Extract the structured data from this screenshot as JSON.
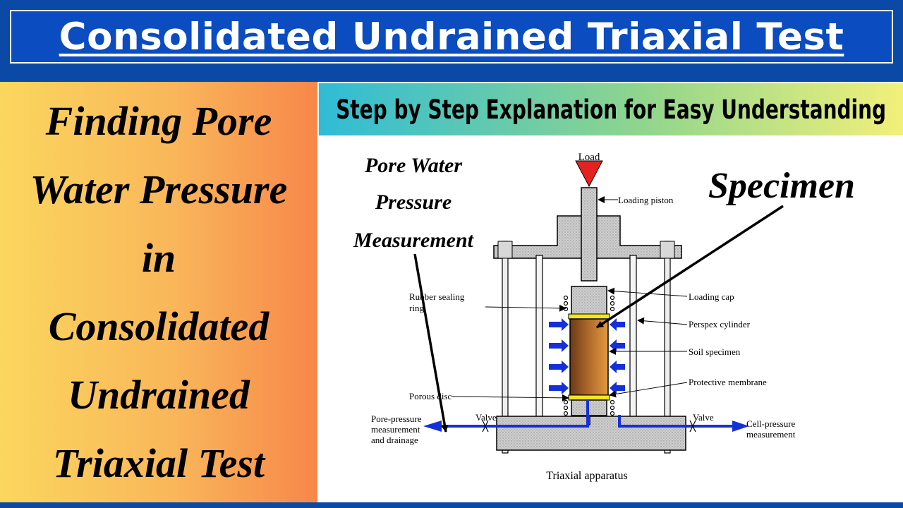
{
  "header": {
    "title": "Consolidated Undrained Triaxial Test"
  },
  "left_panel": {
    "lines": [
      "Finding Pore",
      "Water Pressure",
      "in",
      "Consolidated",
      "Undrained",
      "Triaxial Test"
    ]
  },
  "subtitle": "Step by Step Explanation for Easy Understanding",
  "diagram": {
    "callouts": {
      "pore_line1": "Pore Water",
      "pore_line2": "Pressure",
      "pore_line3": "Measurement",
      "specimen": "Specimen"
    },
    "labels": {
      "load": "Load",
      "loading_piston": "Loading piston",
      "rubber_line1": "Rubber sealing",
      "rubber_line2": "ring",
      "loading_cap": "Loading cap",
      "perspex_cylinder": "Perspex cylinder",
      "soil_specimen": "Soil specimen",
      "protective_membrane": "Protective membrane",
      "porous_disc": "Porous disc",
      "pp_line1": "Pore-pressure",
      "pp_line2": "measurement",
      "pp_line3": "and drainage",
      "valve_left": "Valve",
      "valve_right": "Valve",
      "cp_line1": "Cell-pressure",
      "cp_line2": "measurement",
      "caption": "Triaxial apparatus"
    }
  },
  "colors": {
    "banner": "#0a4aa6",
    "arrow_blue": "#1530d8",
    "load_red": "#e52222",
    "porous_yellow": "#f2e61c"
  }
}
